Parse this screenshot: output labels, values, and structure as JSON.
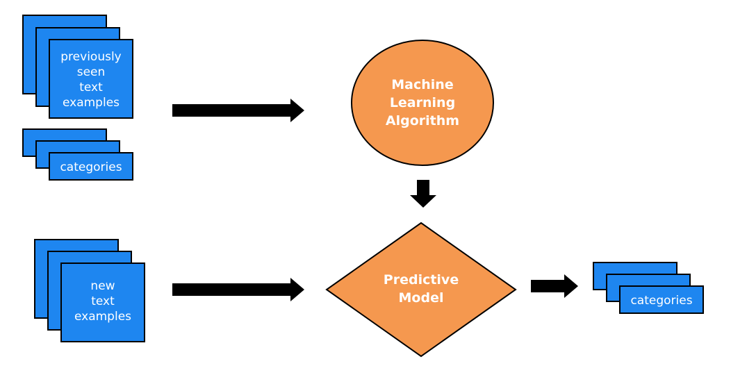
{
  "colors": {
    "card_fill": "#1e86f0",
    "node_fill": "#f5984f",
    "outline": "#000000",
    "text": "#ffffff",
    "background": "#ffffff"
  },
  "training_stack": {
    "lines": [
      "previously",
      "seen",
      "text",
      "examples"
    ]
  },
  "training_categories": {
    "label": "categories"
  },
  "algorithm_node": {
    "lines": [
      "Machine",
      "Learning",
      "Algorithm"
    ]
  },
  "model_node": {
    "lines": [
      "Predictive",
      "Model"
    ]
  },
  "new_stack": {
    "lines": [
      "new",
      "text",
      "examples"
    ]
  },
  "output_categories": {
    "label": "categories"
  }
}
